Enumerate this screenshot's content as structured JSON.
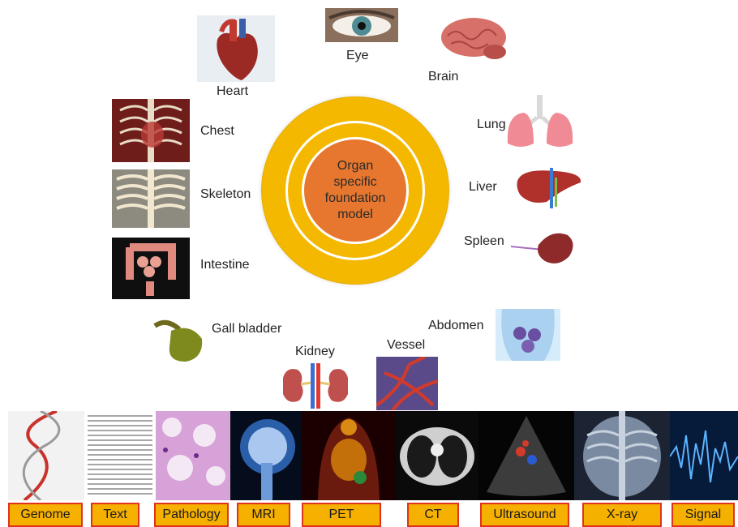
{
  "center": {
    "lines": [
      "Organ",
      "specific",
      "foundation",
      "model"
    ]
  },
  "organs": {
    "eye": "Eye",
    "heart": "Heart",
    "brain": "Brain",
    "chest": "Chest",
    "lung": "Lung",
    "skeleton": "Skeleton",
    "liver": "Liver",
    "spleen": "Spleen",
    "intestine": "Intestine",
    "gall_bladder": "Gall bladder",
    "abdomen": "Abdomen",
    "kidney": "Kidney",
    "vessel": "Vessel"
  },
  "modalities": [
    "Genome",
    "Text",
    "Pathology",
    "MRI",
    "PET",
    "CT",
    "Ultrasound",
    "X-ray",
    "Signal"
  ],
  "colors": {
    "ring": "#f5b800",
    "core": "#e7772e",
    "label_fill": "#f5b000",
    "label_border": "#e0321c"
  }
}
